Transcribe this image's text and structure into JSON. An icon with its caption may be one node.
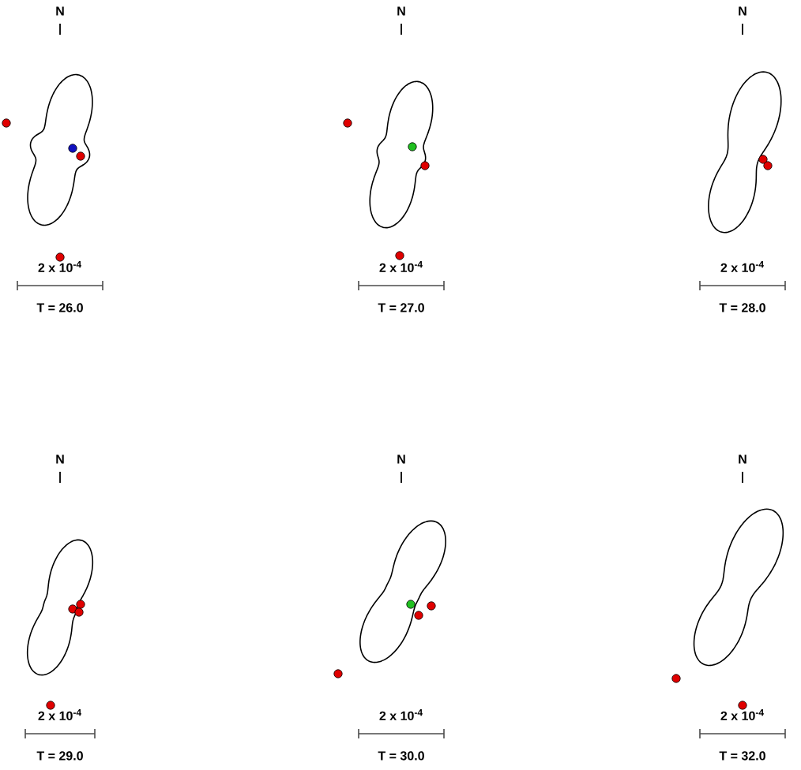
{
  "diagram": {
    "labels": [
      "N",
      "2 x 10$^{-4}$",
      "T = 26.0",
      "N",
      "2 x 10$^{-4}$",
      "T = 27.0",
      "N",
      "2 x 10$^{-4}$",
      "T = 28.0",
      "N",
      "2 x 10$^{-4}$",
      "T = 29.0",
      "N",
      "2 x 10$^{-4}$",
      "T = 30.0",
      "N",
      "2 x 10$^{-4}$",
      "T = 32.0"
    ]
  }
}
